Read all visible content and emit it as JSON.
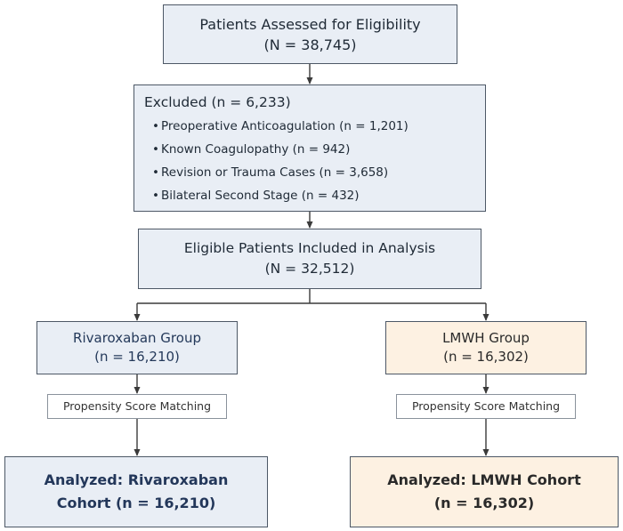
{
  "assessed": {
    "title": "Patients Assessed for Eligibility",
    "count": "(N = 38,745)"
  },
  "excluded": {
    "title": "Excluded (n = 6,233)",
    "bullet": "•",
    "items": [
      "Preoperative Anticoagulation (n = 1,201)",
      "Known Coagulopathy (n = 942)",
      "Revision or Trauma Cases (n = 3,658)",
      "Bilateral Second Stage (n = 432)"
    ]
  },
  "eligible": {
    "title": "Eligible Patients Included in Analysis",
    "count": "(N = 32,512)"
  },
  "rivaroxaban_group": {
    "title": "Rivaroxaban Group",
    "count": "(n = 16,210)"
  },
  "lmwh_group": {
    "title": "LMWH Group",
    "count": "(n = 16,302)"
  },
  "matching": {
    "left": "Propensity Score Matching",
    "right": "Propensity Score Matching"
  },
  "analyzed_rivaroxaban": {
    "line1": "Analyzed: Rivaroxaban",
    "line2": "Cohort (n = 16,210)"
  },
  "analyzed_lmwh": {
    "line1": "Analyzed: LMWH Cohort",
    "line2": "(n = 16,302)"
  },
  "colors": {
    "box_border": "#4d5866",
    "arrow": "#3a3a3a",
    "rivaroxaban_fill": "#e9eef5",
    "lmwh_fill": "#fdf1e2",
    "matching_fill": "#ffffff",
    "rivaroxaban_text": "#23375a"
  }
}
